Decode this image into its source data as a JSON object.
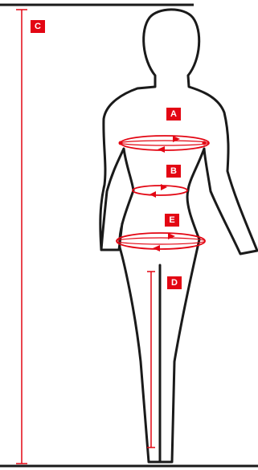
{
  "labels": {
    "a": "A",
    "b": "B",
    "c": "C",
    "d": "D",
    "e": "E"
  },
  "colors": {
    "accent": "#e30613",
    "outline": "#1a1a1a",
    "background": "#ffffff"
  }
}
